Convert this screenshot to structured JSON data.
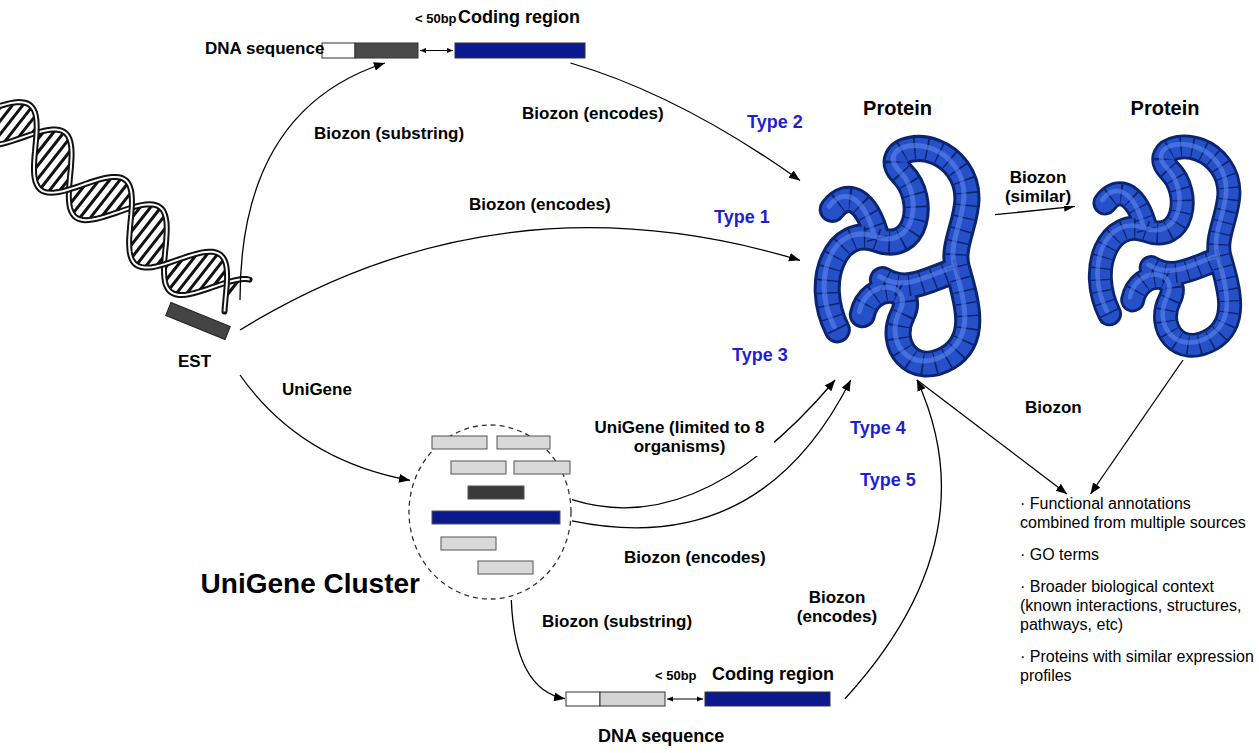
{
  "diagram": {
    "nodes": [
      {
        "text": [
          "< 50bp",
          "Coding region",
          "DNA sequence"
        ]
      },
      {
        "text": [
          "EST"
        ]
      },
      {
        "text": [
          "Protein"
        ]
      },
      {
        "text": [
          "Protein"
        ]
      },
      {
        "text": [
          "UniGene Cluster"
        ]
      },
      {
        "text": [
          "< 50bp",
          "Coding region",
          "DNA sequence"
        ]
      },
      {
        "text": [
          "· Functional annotations combined from multiple sources",
          "· GO terms",
          "· Broader biological context (known interactions, structures, pathways, etc)",
          "· Proteins with similar expression profiles"
        ]
      }
    ],
    "edges": [
      {
        "from": 1,
        "to": 0,
        "label": "Biozon (substring)",
        "arrow": "to"
      },
      {
        "from": 0,
        "to": 2,
        "label": "Biozon (encodes)",
        "arrow": "to"
      },
      {
        "from": 1,
        "to": 2,
        "label": "Biozon (encodes)",
        "arrow": "to"
      },
      {
        "from": 1,
        "to": 4,
        "label": "UniGene",
        "arrow": "to"
      },
      {
        "from": 4,
        "to": 2,
        "label": "UniGene (limited to 8 organisms)",
        "arrow": "to"
      },
      {
        "from": 4,
        "to": 2,
        "label": "Biozon (encodes)",
        "arrow": "to"
      },
      {
        "from": 4,
        "to": 5,
        "label": "Biozon (substring)",
        "arrow": "to"
      },
      {
        "from": 5,
        "to": 2,
        "label": "Biozon (encodes)",
        "arrow": "to"
      },
      {
        "from": 2,
        "to": 3,
        "label": "Biozon (similar)",
        "arrow": "to"
      },
      {
        "from": 2,
        "to": 6,
        "label": "Biozon",
        "arrow": "to"
      },
      {
        "from": 3,
        "to": 6,
        "arrow": "to"
      }
    ],
    "labels": [
      "Type 1",
      "Type 2",
      "Type 3",
      "Type 4",
      "Type 5"
    ]
  }
}
